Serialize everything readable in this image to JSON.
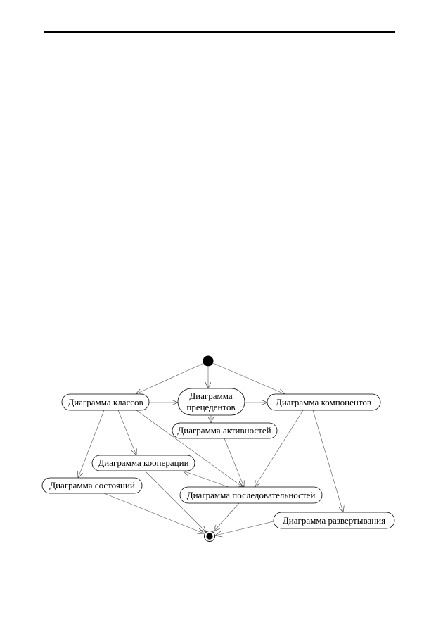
{
  "diagram": {
    "nodes": [
      {
        "id": "classes",
        "lines": [
          "Диаграмма классов"
        ]
      },
      {
        "id": "usecases",
        "lines": [
          "Диаграмма",
          "прецедентов"
        ]
      },
      {
        "id": "components",
        "lines": [
          "Диаграмма компонентов"
        ]
      },
      {
        "id": "activities",
        "lines": [
          "Диаграмма активностей"
        ]
      },
      {
        "id": "cooperation",
        "lines": [
          "Диаграмма кооперации"
        ]
      },
      {
        "id": "states",
        "lines": [
          "Диаграмма состояний"
        ]
      },
      {
        "id": "sequences",
        "lines": [
          "Диаграмма последовательностей"
        ]
      },
      {
        "id": "deployment",
        "lines": [
          "Диаграмма развертывания"
        ]
      }
    ],
    "edges": [
      {
        "from": "start",
        "to": "classes"
      },
      {
        "from": "start",
        "to": "usecases"
      },
      {
        "from": "start",
        "to": "components"
      },
      {
        "from": "classes",
        "to": "usecases"
      },
      {
        "from": "usecases",
        "to": "components"
      },
      {
        "from": "usecases",
        "to": "activities"
      },
      {
        "from": "classes",
        "to": "cooperation"
      },
      {
        "from": "classes",
        "to": "states"
      },
      {
        "from": "classes",
        "to": "sequences"
      },
      {
        "from": "activities",
        "to": "sequences"
      },
      {
        "from": "components",
        "to": "sequences"
      },
      {
        "from": "components",
        "to": "deployment"
      },
      {
        "from": "sequences",
        "to": "cooperation"
      },
      {
        "from": "states",
        "to": "end"
      },
      {
        "from": "cooperation",
        "to": "end"
      },
      {
        "from": "sequences",
        "to": "end"
      },
      {
        "from": "deployment",
        "to": "end"
      }
    ]
  }
}
